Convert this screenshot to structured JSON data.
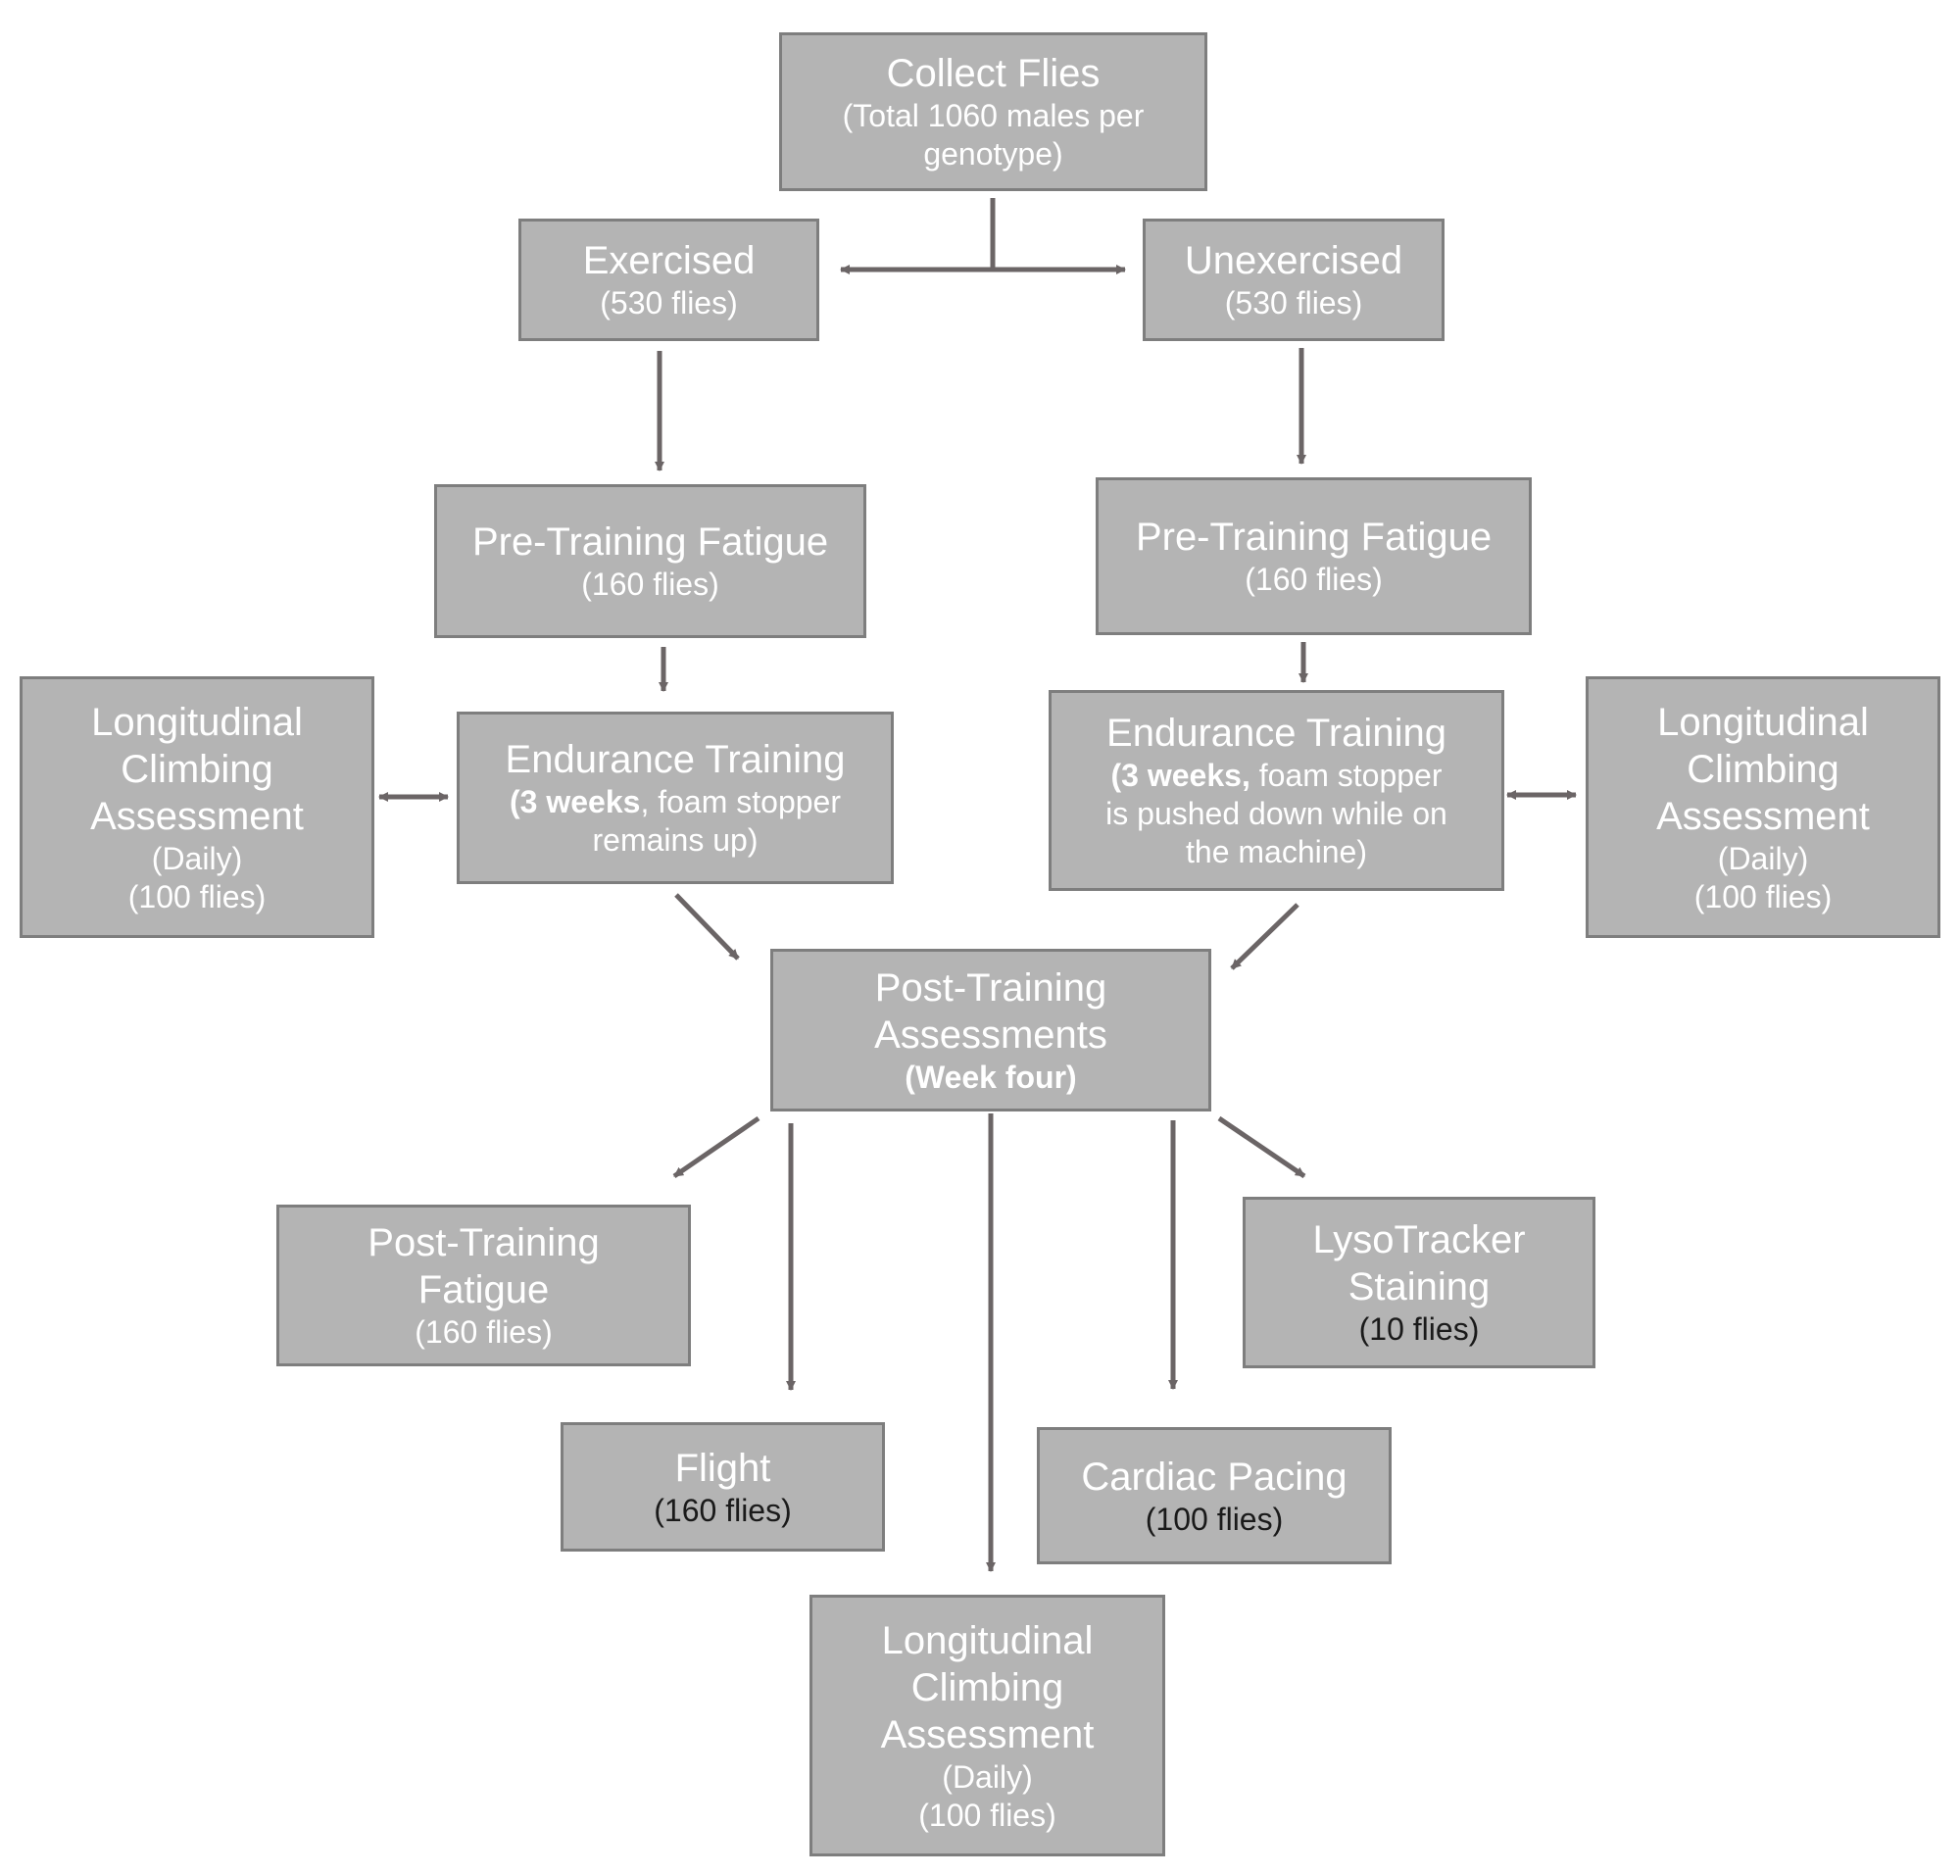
{
  "colors": {
    "box_fill": "#b4b4b4",
    "box_border": "#7e7e7e",
    "arrow": "#6b6566",
    "text": "#ffffff"
  },
  "collect": {
    "title": "Collect Flies",
    "sub1": "(Total 1060 males per",
    "sub2": "genotype)"
  },
  "exercised": {
    "title": "Exercised",
    "sub": "(530 flies)"
  },
  "unexercised": {
    "title": "Unexercised",
    "sub": "(530 flies)"
  },
  "pre_left": {
    "title": "Pre-Training Fatigue",
    "sub": "(160 flies)"
  },
  "pre_right": {
    "title": "Pre-Training Fatigue",
    "sub": "(160 flies)"
  },
  "endurance_left": {
    "title": "Endurance Training",
    "bold": "(3 weeks",
    "rest1": ", foam stopper",
    "sub2": "remains up)"
  },
  "endurance_right": {
    "title": "Endurance Training",
    "bold": "(3 weeks,",
    "rest1": " foam stopper",
    "sub2": "is pushed down while on",
    "sub3": "the machine)"
  },
  "long_left": {
    "t1": "Longitudinal",
    "t2": "Climbing",
    "t3": "Assessment",
    "s1": "(Daily)",
    "s2": "(100 flies)"
  },
  "long_right": {
    "t1": "Longitudinal",
    "t2": "Climbing",
    "t3": "Assessment",
    "s1": "(Daily)",
    "s2": "(100 flies)"
  },
  "post": {
    "t1": "Post-Training",
    "t2": "Assessments",
    "bold": "(Week four)"
  },
  "post_fatigue": {
    "t1": "Post-Training",
    "t2": "Fatigue",
    "sub": "(160 flies)"
  },
  "lyso": {
    "t1": "LysoTracker",
    "t2": "Staining",
    "sub": "(10 flies)"
  },
  "flight": {
    "title": "Flight",
    "sub": "(160 flies)"
  },
  "cardiac": {
    "title": "Cardiac Pacing",
    "sub": "(100 flies)"
  },
  "long_bottom": {
    "t1": "Longitudinal",
    "t2": "Climbing",
    "t3": "Assessment",
    "s1": "(Daily)",
    "s2": "(100 flies)"
  }
}
